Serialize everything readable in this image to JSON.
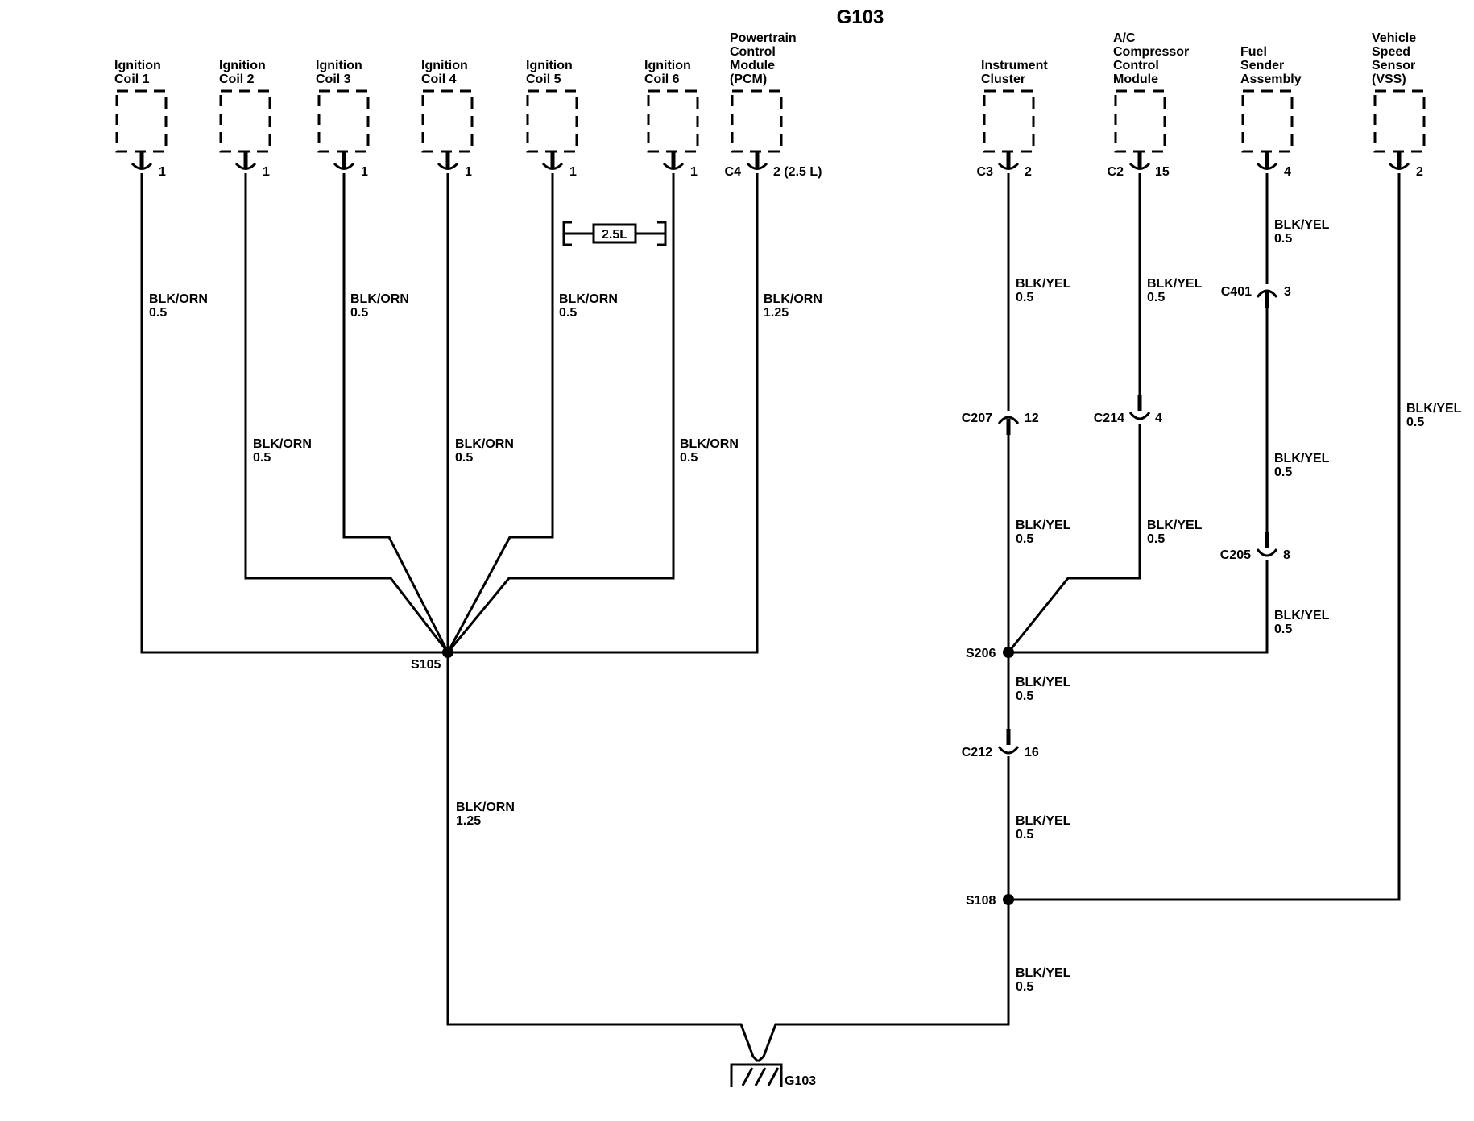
{
  "title": "G103",
  "components": [
    {
      "id": "coil1",
      "lines": [
        "Ignition",
        "Coil 1"
      ],
      "connector": "",
      "pin": "1"
    },
    {
      "id": "coil2",
      "lines": [
        "Ignition",
        "Coil 2"
      ],
      "connector": "",
      "pin": "1"
    },
    {
      "id": "coil3",
      "lines": [
        "Ignition",
        "Coil 3"
      ],
      "connector": "",
      "pin": "1"
    },
    {
      "id": "coil4",
      "lines": [
        "Ignition",
        "Coil 4"
      ],
      "connector": "",
      "pin": "1"
    },
    {
      "id": "coil5",
      "lines": [
        "Ignition",
        "Coil 5"
      ],
      "connector": "",
      "pin": "1"
    },
    {
      "id": "coil6",
      "lines": [
        "Ignition",
        "Coil 6"
      ],
      "connector": "",
      "pin": "1"
    },
    {
      "id": "pcm",
      "lines": [
        "Powertrain",
        "Control",
        "Module",
        "(PCM)"
      ],
      "connector": "C4",
      "pin": "2 (2.5 L)"
    },
    {
      "id": "ic",
      "lines": [
        "Instrument",
        "Cluster"
      ],
      "connector": "C3",
      "pin": "2"
    },
    {
      "id": "ac",
      "lines": [
        "A/C",
        "Compressor",
        "Control",
        "Module"
      ],
      "connector": "C2",
      "pin": "15"
    },
    {
      "id": "fuel",
      "lines": [
        "Fuel",
        "Sender",
        "Assembly"
      ],
      "connector": "",
      "pin": "4"
    },
    {
      "id": "vss",
      "lines": [
        "Vehicle",
        "Speed",
        "Sensor",
        "(VSS)"
      ],
      "connector": "",
      "pin": "2"
    }
  ],
  "wire_labels": [
    {
      "id": "w-coil1",
      "color": "BLK/ORN",
      "size": "0.5"
    },
    {
      "id": "w-coil2",
      "color": "BLK/ORN",
      "size": "0.5"
    },
    {
      "id": "w-coil3",
      "color": "BLK/ORN",
      "size": "0.5"
    },
    {
      "id": "w-coil4",
      "color": "BLK/ORN",
      "size": "0.5"
    },
    {
      "id": "w-coil5",
      "color": "BLK/ORN",
      "size": "0.5"
    },
    {
      "id": "w-coil6",
      "color": "BLK/ORN",
      "size": "0.5"
    },
    {
      "id": "w-pcm",
      "color": "BLK/ORN",
      "size": "1.25"
    },
    {
      "id": "w-s105-g103",
      "color": "BLK/ORN",
      "size": "1.25"
    },
    {
      "id": "w-ic-c207",
      "color": "BLK/YEL",
      "size": "0.5"
    },
    {
      "id": "w-c207-s206",
      "color": "BLK/YEL",
      "size": "0.5"
    },
    {
      "id": "w-ac-c214",
      "color": "BLK/YEL",
      "size": "0.5"
    },
    {
      "id": "w-c214-s206",
      "color": "BLK/YEL",
      "size": "0.5"
    },
    {
      "id": "w-fuel-c401",
      "color": "BLK/YEL",
      "size": "0.5"
    },
    {
      "id": "w-c401-c205",
      "color": "BLK/YEL",
      "size": "0.5"
    },
    {
      "id": "w-c205-s206",
      "color": "BLK/YEL",
      "size": "0.5"
    },
    {
      "id": "w-s206-c212",
      "color": "BLK/YEL",
      "size": "0.5"
    },
    {
      "id": "w-c212-s108",
      "color": "BLK/YEL",
      "size": "0.5"
    },
    {
      "id": "w-s108-g103",
      "color": "BLK/YEL",
      "size": "0.5"
    },
    {
      "id": "w-vss",
      "color": "BLK/YEL",
      "size": "0.5"
    }
  ],
  "inline_connectors": [
    {
      "id": "c207",
      "name": "C207",
      "pin": "12"
    },
    {
      "id": "c214",
      "name": "C214",
      "pin": "4"
    },
    {
      "id": "c401",
      "name": "C401",
      "pin": "3"
    },
    {
      "id": "c205",
      "name": "C205",
      "pin": "8"
    },
    {
      "id": "c212",
      "name": "C212",
      "pin": "16"
    }
  ],
  "splices": [
    {
      "id": "s105",
      "name": "S105"
    },
    {
      "id": "s206",
      "name": "S206"
    },
    {
      "id": "s108",
      "name": "S108"
    }
  ],
  "option_tag": "2.5L",
  "ground": {
    "name": "G103"
  }
}
